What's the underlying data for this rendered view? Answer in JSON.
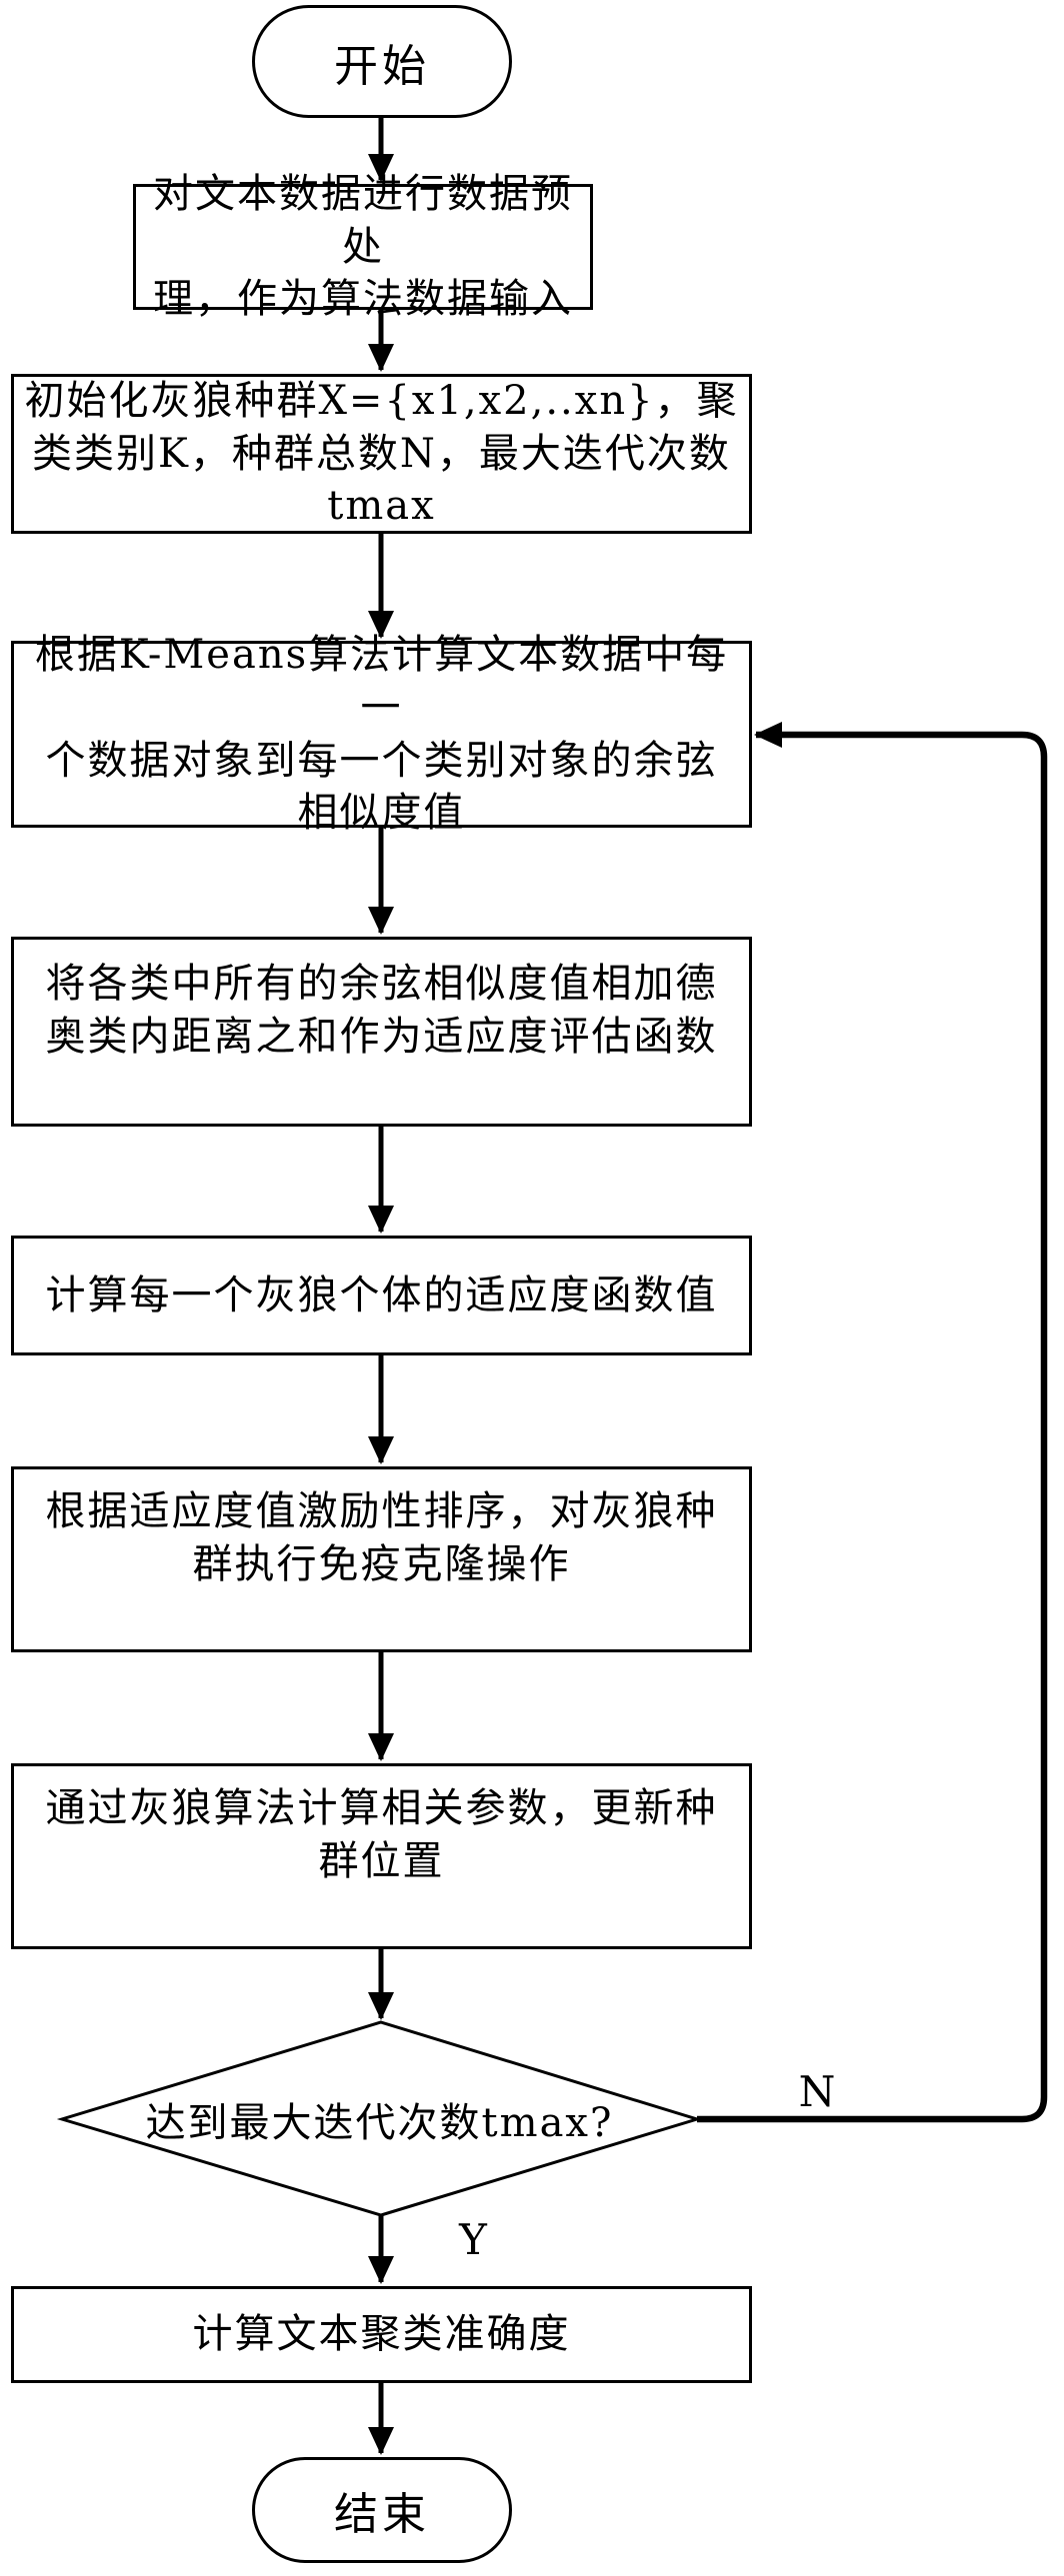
{
  "diagram": {
    "type": "flowchart",
    "background_color": "#ffffff",
    "line_color": "#000000",
    "node_fill_color": "#ffffff",
    "nodes": {
      "start": {
        "shape": "terminator",
        "label": "开始"
      },
      "preprocess": {
        "shape": "process",
        "label": "对文本数据进行数据预处\n理，作为算法数据输入"
      },
      "init_population": {
        "shape": "process",
        "label": "初始化灰狼种群X={x1,x2,..xn}，聚\n类类别K，种群总数N，最大迭代次数\ntmax"
      },
      "cosine_similarity": {
        "shape": "process",
        "label": "根据K-Means算法计算文本数据中每一\n个数据对象到每一个类别对象的余弦\n相似度值"
      },
      "fitness_function": {
        "shape": "process",
        "label": "将各类中所有的余弦相似度值相加德\n奥类内距离之和作为适应度评估函数"
      },
      "fitness_values": {
        "shape": "process",
        "label": "计算每一个灰狼个体的适应度函数值"
      },
      "immune_clone": {
        "shape": "process",
        "label": "根据适应度值激励性排序，对灰狼种\n群执行免疫克隆操作"
      },
      "update_positions": {
        "shape": "process",
        "label": "通过灰狼算法计算相关参数，更新种\n群位置"
      },
      "max_iteration_check": {
        "shape": "decision",
        "label": "达到最大迭代次数tmax?"
      },
      "accuracy": {
        "shape": "process",
        "label": "计算文本聚类准确度"
      },
      "end": {
        "shape": "terminator",
        "label": "结束"
      }
    },
    "branch_labels": {
      "no": "N",
      "yes": "Y"
    }
  }
}
